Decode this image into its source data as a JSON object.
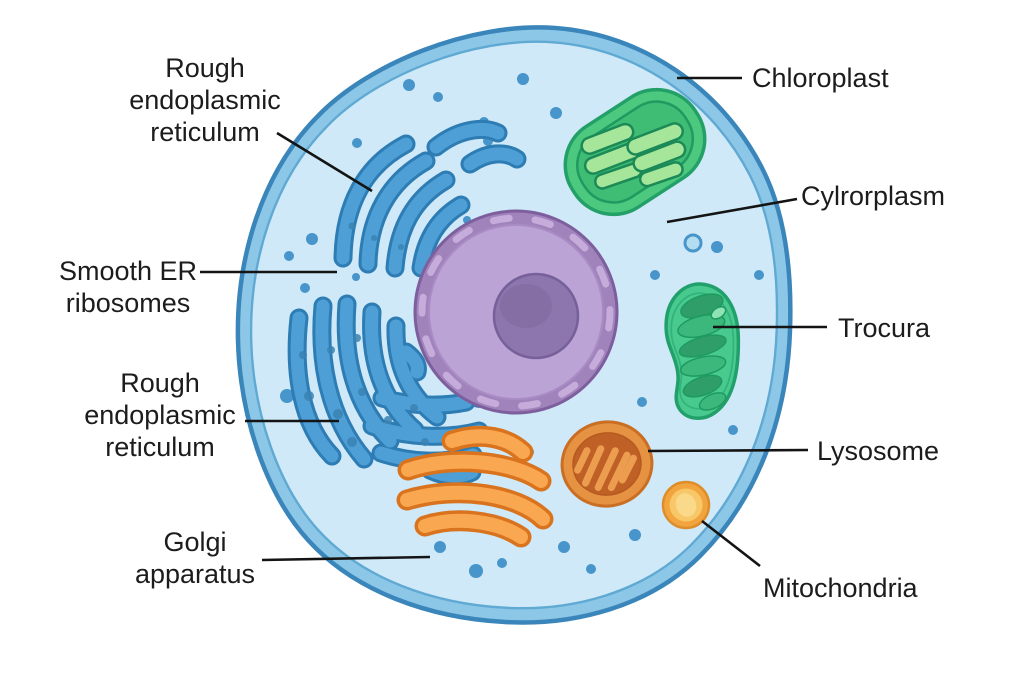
{
  "labels": {
    "rough_er_top": {
      "line1": "Rough",
      "line2": "endoplasmic",
      "line3": "reticulum"
    },
    "chloroplast": {
      "line1": "Chloroplast"
    },
    "cytoplasm": {
      "line1": "Cylrorplasm"
    },
    "smooth_er": {
      "line1": "Smooth ER",
      "line2": "ribosomes"
    },
    "rough_er_bottom": {
      "line1": "Rough",
      "line2": "endoplasmic",
      "line3": "reticulum"
    },
    "golgi": {
      "line1": "Golgi",
      "line2": "apparatus"
    },
    "trocura": {
      "line1": "Trocura"
    },
    "lysosome": {
      "line1": "Lysosome"
    },
    "mitochondria": {
      "line1": "Mitochondria"
    }
  },
  "colors": {
    "background": "#ffffff",
    "membrane_band": "#8dc7e7",
    "membrane_outline": "#3a86bb",
    "cytoplasm": "#cfe9f8",
    "ribosome": "#4795ca",
    "er_fill": "#4d9fd5",
    "er_outline": "#2d7cb3",
    "er_speck": "#3b82b4",
    "nucleus_ring": "#a183bc",
    "nucleus_inner": "#bca3d6",
    "nucleolus": "#8d75ad",
    "nucleolus_shade": "#7d689c",
    "chloroplast_body": "#4dc87f",
    "chloroplast_inner": "#3fbd74",
    "thylakoid": "#a6e69a",
    "trocura_body": "#48c98d",
    "trocura_bar_dark": "#2f9e68",
    "trocura_bar_mid": "#3db87d",
    "trocura_bar_light": "#8ee3b4",
    "lysosome_ring": "#e69243",
    "lysosome_inner": "#bf6027",
    "lysosome_ridge": "#ec9d4f",
    "mito_outer": "#f2a53e",
    "mito_mid": "#f8c868",
    "mito_inner": "#fbd98b",
    "golgi_fill": "#f9a851",
    "golgi_outline": "#d9731d",
    "label_text": "#1c1c1c",
    "leader_line": "#141414"
  }
}
